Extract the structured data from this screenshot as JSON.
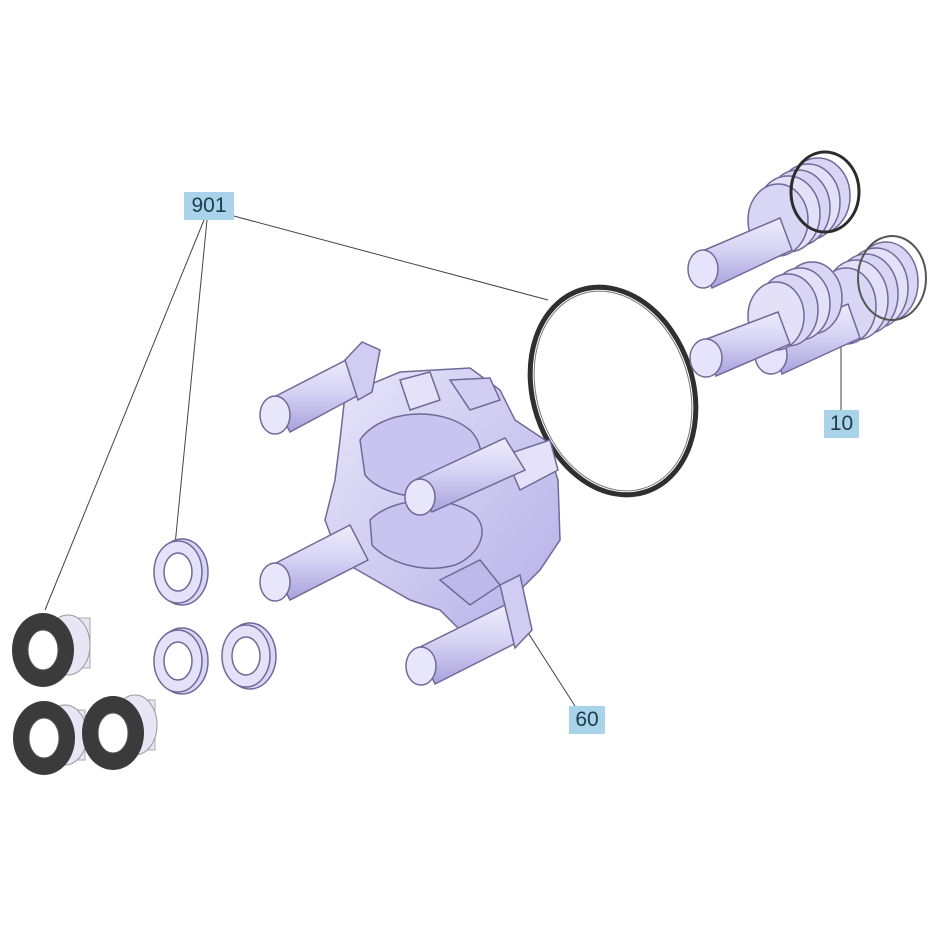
{
  "callouts": {
    "part_901": "901",
    "part_10": "10",
    "part_60": "60"
  },
  "colors": {
    "part_fill": "#d9d6f5",
    "part_shade": "#b9b3ea",
    "part_stroke": "#6e6a98",
    "seal_dark": "#3a3a3a",
    "leader": "#444444",
    "callout_bg": "#a9d3e8"
  }
}
